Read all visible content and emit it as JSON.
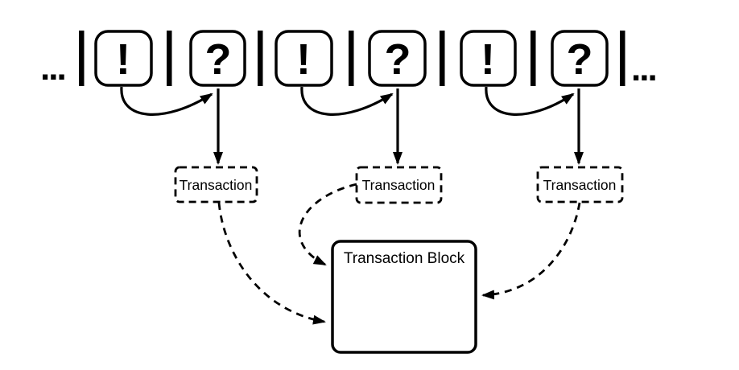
{
  "diagram": {
    "chain": {
      "ellipsis_left": "...",
      "ellipsis_right": "...",
      "symbols": [
        "!",
        "?",
        "!",
        "?",
        "!",
        "?"
      ]
    },
    "transactions": [
      "Transaction",
      "Transaction",
      "Transaction"
    ],
    "block_label": "Transaction Block",
    "colors": {
      "ink": "#000000",
      "background": "#ffffff"
    }
  }
}
